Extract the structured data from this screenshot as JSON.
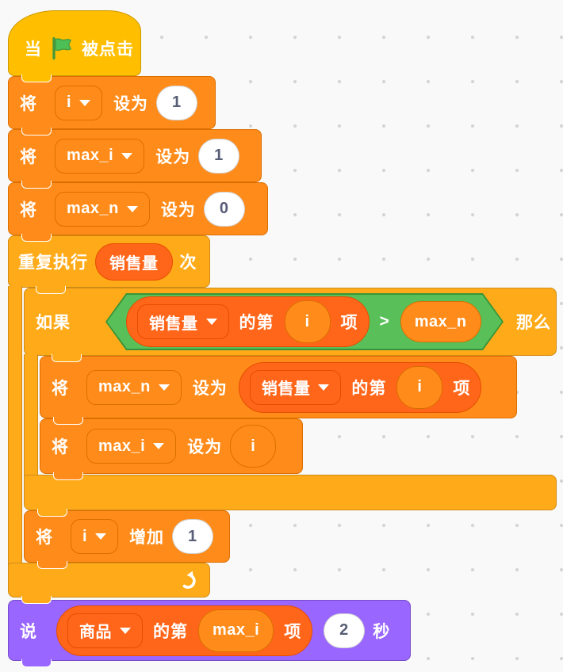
{
  "palette": {
    "events": "#FFBF00",
    "events_border": "#CC9900",
    "control": "#FFAB19",
    "control_border": "#CF8B17",
    "variables": "#FF8C1A",
    "variables_border": "#DB6E00",
    "lists": "#FF661A",
    "lists_border": "#E64D00",
    "operators": "#59C059",
    "operators_border": "#389438",
    "looks": "#9966FF",
    "looks_border": "#774DCB",
    "input_text": "#575E75",
    "canvas_bg": "#F9F9F9",
    "dot": "#D4D4D4"
  },
  "script": {
    "hat": {
      "when": "当",
      "clicked": "被点击"
    },
    "set_i": {
      "will": "将",
      "var": "i",
      "to": "设为",
      "value": "1"
    },
    "set_max_i": {
      "will": "将",
      "var": "max_i",
      "to": "设为",
      "value": "1"
    },
    "set_max_n": {
      "will": "将",
      "var": "max_n",
      "to": "设为",
      "value": "0"
    },
    "repeat": {
      "label": "重复执行",
      "times": "销售量",
      "unit": "次"
    },
    "if_cond": {
      "if": "如果",
      "then": "那么",
      "op": ">",
      "list": "销售量",
      "mid": "的第",
      "index": "i",
      "tail": "项",
      "right": "max_n"
    },
    "set_item": {
      "will": "将",
      "var": "max_n",
      "to": "设为",
      "list": "销售量",
      "mid": "的第",
      "index": "i",
      "tail": "项"
    },
    "set_idx": {
      "will": "将",
      "var": "max_i",
      "to": "设为",
      "value": "i"
    },
    "change_i": {
      "will": "将",
      "var": "i",
      "by": "增加",
      "value": "1"
    },
    "say": {
      "label": "说",
      "list": "商品",
      "mid": "的第",
      "index": "max_i",
      "tail": "项",
      "duration": "2",
      "unit": "秒"
    }
  }
}
